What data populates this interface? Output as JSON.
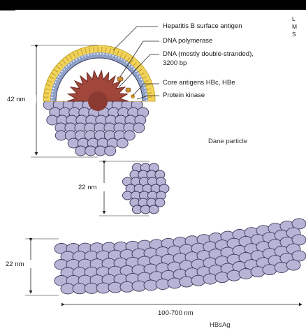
{
  "colors": {
    "top_bar": "#000000",
    "envelope": "#f2d35a",
    "envelope_edge": "#c9a728",
    "membrane": "#8ea0c8",
    "core_shell": "#ffffff",
    "dna": "#a0463a",
    "dna_dark": "#6e2a22",
    "protein": "#c9932f",
    "capsomer_fill": "#b7b4d6",
    "capsomer_stroke": "#3c3a5c",
    "line": "#222222"
  },
  "dane": {
    "labels": {
      "surface_antigen": "Hepatitis B surface antigen",
      "dna_polymerase": "DNA polymerase",
      "dna_line1": "DNA (mostly double-stranded),",
      "dna_line2": "3200 bp",
      "core_antigens": "Core antigens HBc, HBe",
      "protein_kinase": "Protein kinase"
    },
    "lms": [
      "L",
      "M",
      "S"
    ],
    "size": "42 nm",
    "caption": "Dane particle"
  },
  "sphere": {
    "size": "22 nm"
  },
  "filament": {
    "diameter": "22 nm",
    "length": "100-700 nm",
    "caption": "HBsAg"
  }
}
